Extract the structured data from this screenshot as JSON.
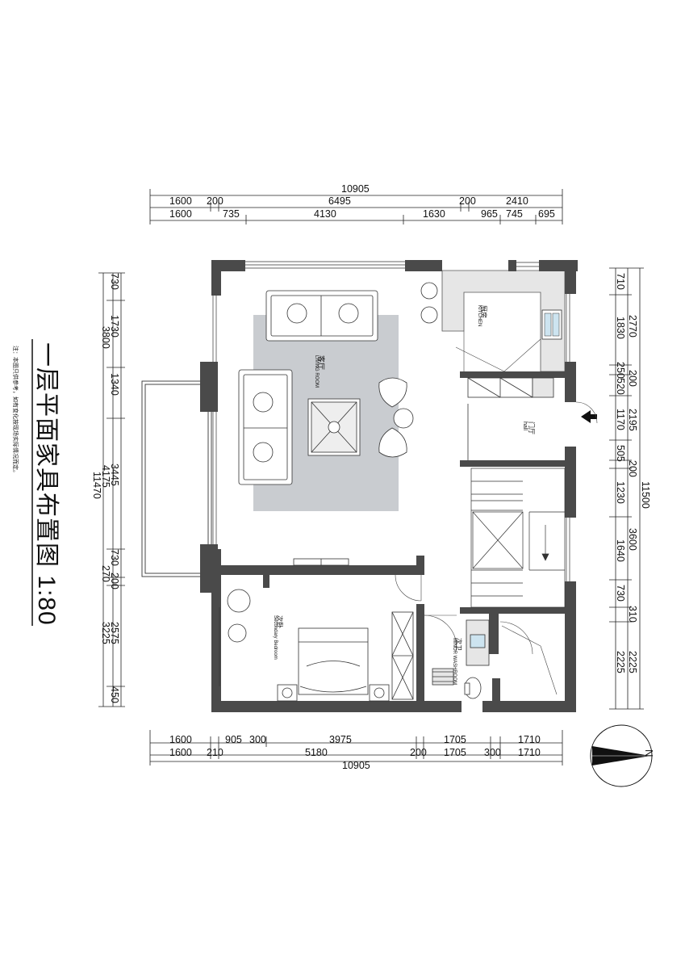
{
  "drawing": {
    "title": "一层平面家具布置图 1:80",
    "note": "注：本图只供参考，如有变化按现场实际情况而定。",
    "north_label": "N"
  },
  "rooms": {
    "living_cn": "客厅",
    "living_en": "LIVING ROOM",
    "kitchen_cn": "厨房",
    "kitchen_en": "KITCHEN",
    "hall_cn": "门厅",
    "hall_en": "hall",
    "bedroom_cn": "次卧",
    "bedroom_en": "Secondary Bedroom",
    "washroom_cn": "次卫",
    "washroom_en": "MINOR WASHROOM"
  },
  "dimensions": {
    "top_total": "10905",
    "top_row1": [
      "1600",
      "200",
      "6495",
      "200",
      "2410"
    ],
    "top_row2": [
      "1600",
      "735",
      "4130",
      "1630",
      "965",
      "745",
      "695"
    ],
    "bottom_row1": [
      "1600",
      "905",
      "300",
      "3975",
      "1705",
      "1710"
    ],
    "bottom_row2": [
      "1600",
      "210",
      "5180",
      "200",
      "1705",
      "300",
      "1710"
    ],
    "bottom_total": "10905",
    "left_row1": [
      "730",
      "1730",
      "1340",
      "3445",
      "730",
      "200",
      "2575",
      "450"
    ],
    "left_row2": [
      "3800",
      "4175",
      "270",
      "3225"
    ],
    "left_total": "11470",
    "right_row1": [
      "710",
      "1830",
      "250",
      "520",
      "1170",
      "505",
      "1230",
      "1640",
      "730",
      "2225"
    ],
    "right_row2": [
      "2770",
      "200",
      "2195",
      "200",
      "3600",
      "310",
      "2225"
    ],
    "right_total": "11500"
  },
  "colors": {
    "wall": "#4a4a4a",
    "rug": "#c9ccd0",
    "counter": "#e6e6e6"
  }
}
